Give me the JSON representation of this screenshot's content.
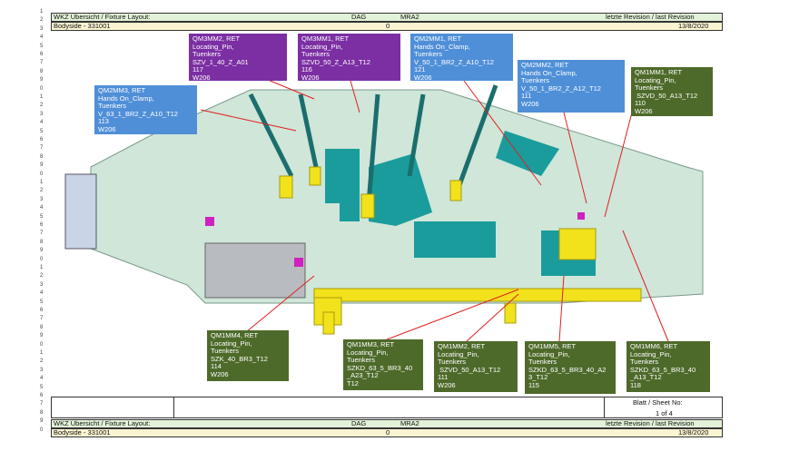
{
  "header": {
    "title": "WKZ Übersicht / Fixture Layout:",
    "company": "DAG",
    "project": "MRA2",
    "revision_label": "letzte Revision / last Revision",
    "bodyside": "Bodyside - 331001",
    "revision_index": "0",
    "revision_date": "13/8/2020"
  },
  "footer": {
    "sheet_label": "Blatt / Sheet No:",
    "sheet_value": "1 of 4"
  },
  "bottom_header": {
    "title": "WKZ Übersicht / Fixture Layout:",
    "company": "DAG",
    "project": "MRA2",
    "revision_label": "letzte Revision / last Revision",
    "bodyside": "Bodyside - 331001",
    "revision_index": "0",
    "revision_date": "13/8/2020"
  },
  "row_numbers": [
    "1",
    "2",
    "3",
    "4",
    "5",
    "6",
    "7",
    "8",
    "9",
    "0",
    "1",
    "2",
    "3",
    "4",
    "5",
    "6",
    "7",
    "8",
    "9",
    "0",
    "1",
    "2",
    "3",
    "4",
    "5",
    "6",
    "7",
    "8",
    "9",
    "0",
    "1",
    "2",
    "3",
    "4",
    "5",
    "6",
    "7",
    "8",
    "9",
    "0",
    "1",
    "2",
    "3",
    "4",
    "5",
    "6",
    "7",
    "8",
    "9",
    "0"
  ],
  "colors": {
    "purple": "#7b2fa3",
    "blue": "#4f8fd8",
    "olive": "#4e6a2a",
    "plate": "#cfe6d8",
    "teal": "#1a9c9c",
    "yellow": "#f2e21b",
    "leader": "#e02020"
  },
  "callouts": [
    {
      "id": "qm3mm2",
      "text": "QM3MM2, RET\nLocating_Pin,\nTuenkers\nSZV_1_40_Z_A01\n117\nW206"
    },
    {
      "id": "qm3mm1",
      "text": "QM3MM1, RET\nLocating_Pin,\nTuenkers\nSZVD_50_Z_A13_T12\n116\nW206"
    },
    {
      "id": "qm2mm1",
      "text": "QM2MM1, RET\nHands On_Clamp,\nTuenkers\nV_50_1_BR2_Z_A10_T12\n121\nW206"
    },
    {
      "id": "qm2mm2",
      "text": "QM2MM2, RET\nHands On_Clamp,\nTuenkers\nV_50_1_BR2_Z_A12_T12\n111\nW206"
    },
    {
      "id": "qm1mm1",
      "text": "QM1MM1, RET\nLocating_Pin,\nTuenkers\n SZVD_50_A13_T12\n110\nW206"
    },
    {
      "id": "qm2mm3",
      "text": "QM2MM3, RET\nHands On_Clamp,\nTuenkers\nV_63_1_BR2_Z_A10_T12\n113\nW206"
    },
    {
      "id": "qm1mm4",
      "text": "QM1MM4, RET\nLocating_Pin,\nTuenkers\nSZK_40_BR3_T12\n114\nW206"
    },
    {
      "id": "qm1mm3",
      "text": "QM1MM3, RET\nLocating_Pin,\nTuenkers\nSZKD_63_5_BR3_40\n_A23_T12\nT12"
    },
    {
      "id": "qm1mm2",
      "text": "QM1MM2, RET\nLocating_Pin,\nTuenkers\n SZVD_50_A13_T12\n111\nW206"
    },
    {
      "id": "qm1mm5",
      "text": "QM1MM5, RET\nLocating_Pin,\nTuenkers\nSZKD_63_5_BR3_40_A2\n3_T12\n115"
    },
    {
      "id": "qm1mm6",
      "text": "QM1MM6, RET\nLocating_Pin,\nTuenkers\nSZKD_63_5_BR3_40\n_A13_T12\n118"
    }
  ]
}
